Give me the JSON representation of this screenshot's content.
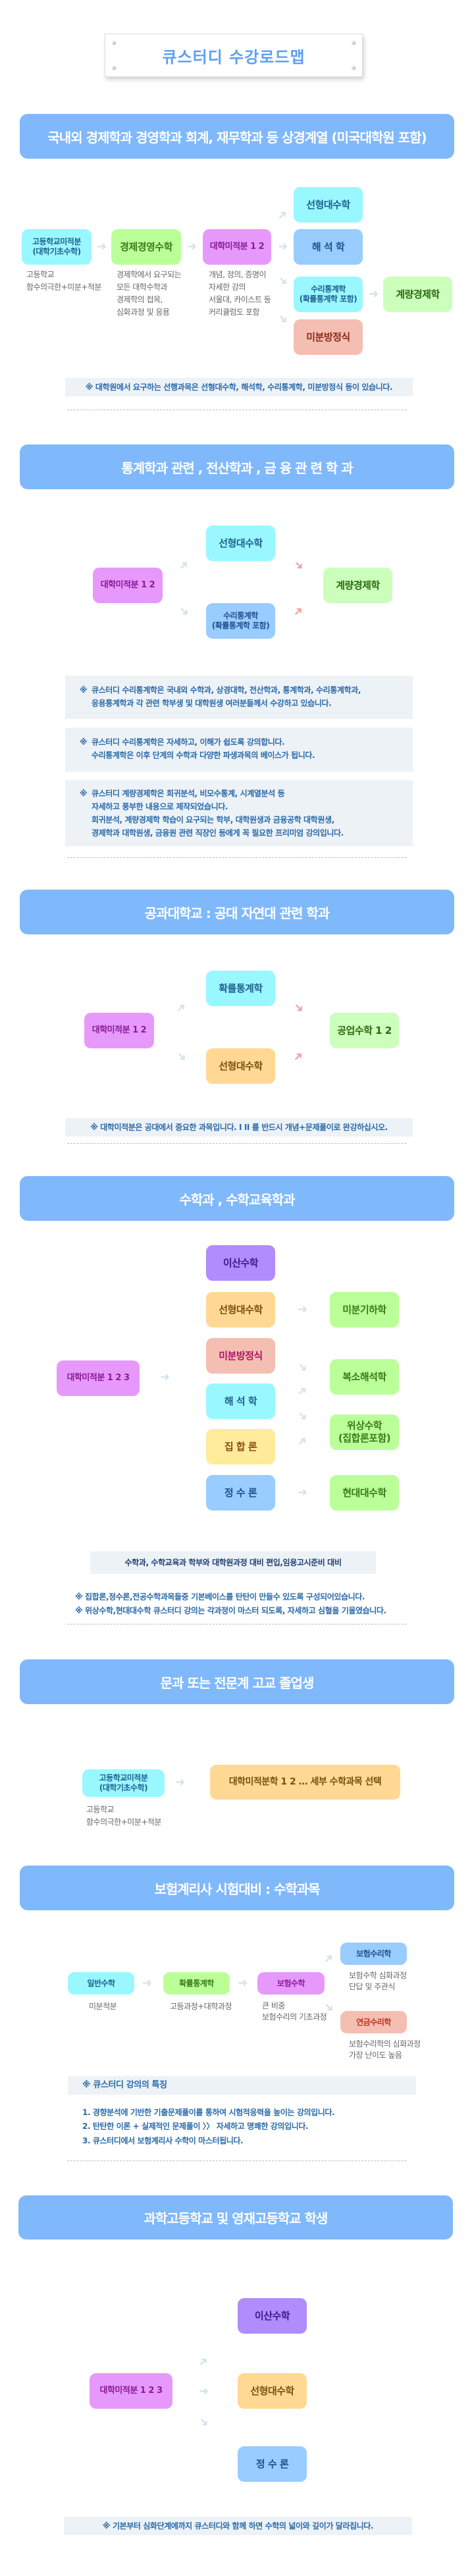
{
  "title": "큐스터디 수강로드맵",
  "s1": {
    "header": "국내외 경제학과 경영학과 회계, 재무학과 등 상경계열 (미국대학원 포함)",
    "hs": [
      "고등학교미적분",
      "(대학기초수학)"
    ],
    "econ": "경제경영수학",
    "calc": "대학미적분 1 2",
    "linear": "선형대수학",
    "analysis": "해 석 학",
    "stats": [
      "수리통계학",
      "(확률통계학 포함)"
    ],
    "econometrics": "계량경제학",
    "diffeq": "미분방정식",
    "desc_hs": [
      "고등학교",
      "함수의극한+미분+적분"
    ],
    "desc_econ": [
      "경제학에서 요구되는",
      "모든 대학수학과",
      "경제학의 접목,",
      "심화과정 및 응용"
    ],
    "desc_calc": [
      "개념, 정의, 증명이",
      "자세한 강의",
      "서울대, 카이스트 등",
      "커리큘럼도 포함"
    ],
    "note": "※ 대학원에서 요구하는 선행과목은 선형대수학, 해석학, 수리통계학, 미분방정식 등이 있습니다."
  },
  "s2": {
    "header": "통계학과 관련 , 전산학과 , 금 융 관 련 학 과",
    "linear": "선형대수학",
    "calc": "대학미적분 1 2",
    "econometrics": "계량경제학",
    "stats": [
      "수리통계학",
      "(확률통계학 포함)"
    ],
    "notes": [
      [
        "큐스터디 수리통계학은 국내외 수학과, 상경대학, 전산학과, 통계학과, 수리통계학과,",
        "응용통계학과 각 관련 학부생 및 대학원생 여러분들께서 수강하고 있습니다."
      ],
      [
        "큐스터디 수리통계학은 자세하고, 이해가 쉽도록 강의합니다.",
        "수리통계학은 이후 단계의 수학과 다양한 파생과목의 베이스가 됩니다."
      ],
      [
        "큐스터디 계량경제학은 회귀분석, 비모수통계, 시계열분석 등",
        "자세하고 풍부한 내용으로 제작되었습니다.",
        "회귀분석, 계량경제학 학습이 요구되는 학부, 대학원생과 금융공학 대학원생,",
        "경제학과 대학원생, 금융원 관련 직장인 등에게 꼭 필요한 프리미엄 강의입니다."
      ]
    ],
    "mark": "※"
  },
  "s3": {
    "header": "공과대학교 : 공대 자연대 관련 학과",
    "prob": "확률통계학",
    "calc": "대학미적분 1 2",
    "eng": "공업수학 1 2",
    "linear": "선형대수학",
    "note": "※ 대학미적분은 공대에서 중요한 과목입니다.  I II 를 반드시 개념+문제풀이로 완강하십시오."
  },
  "s4": {
    "header": "수학과 , 수학교육학과",
    "discrete": "이산수학",
    "linear": "선형대수학",
    "diffeq": "미분방정식",
    "analysis": "해 석 학",
    "sets": "집 합 론",
    "number": "정 수 론",
    "calc": "대학미적분 1 2 3",
    "diffgeo": "미분기하학",
    "complex": "복소해석학",
    "topology": [
      "위상수학",
      "(집합론포함)"
    ],
    "algebra": "현대대수학",
    "summary": "수학과, 수학교육과 학부와 대학원과정 대비 편입,임용고시준비 대비",
    "notes": [
      "※ 집합론,정수론,전공수학과목들중 기본베이스를 탄탄이 만들수 있도록 구성되어있습니다.",
      "※ 위상수학,현대대수학 큐스터디 강의는 각과정이 마스터 되도록, 자세하고 심혈을 기울였습니다."
    ]
  },
  "s5": {
    "header": "문과 또는 전문계 고교 졸업생",
    "hs": [
      "고등학교미적분",
      "(대학기초수학)"
    ],
    "select": "대학미적분학 1 2 … 세부 수학과목 선택",
    "desc": [
      "고등학교",
      "함수의극한+미분+적분"
    ]
  },
  "s6": {
    "header": "보험계리사 시험대비 : 수학과목",
    "general": "일반수학",
    "prob": "확률통계학",
    "insurance": "보험수학",
    "actuarial": "보험수리학",
    "pension": "연금수리학",
    "desc_general": "미분적분",
    "desc_prob": "고등과정+대학과정",
    "desc_insurance": [
      "큰 비중",
      "보험수리의 기초과정"
    ],
    "desc_actuarial": [
      "보험수학 심화과정",
      "단답 및 주관식"
    ],
    "desc_pension": [
      "보험수리학의 심화과정",
      "가장 난이도 높음"
    ],
    "feature_title": "※ 큐스터디 강의의 특징",
    "features": [
      "1. 경향분석에 기반한 기출문제풀이를 통하여 시험적응력을 높이는 강의입니다.",
      "2. 탄탄한 이론 + 실제적인 문제풀이 〉〉 자세하고 명쾌한 강의입니다.",
      "3. 큐스터디에서 보험계리사 수학이 마스터됩니다."
    ]
  },
  "s7": {
    "header": "과학고등학교 및 영재고등학교 학생",
    "discrete": "이산수학",
    "calc": "대학미적분 1 2 3",
    "linear": "선형대수학",
    "number": "정 수 론",
    "note": "※ 기본부터 심화단계에까지 큐스터디와 함께 하면 수학의 넓이와 깊이가 달라집니다."
  }
}
